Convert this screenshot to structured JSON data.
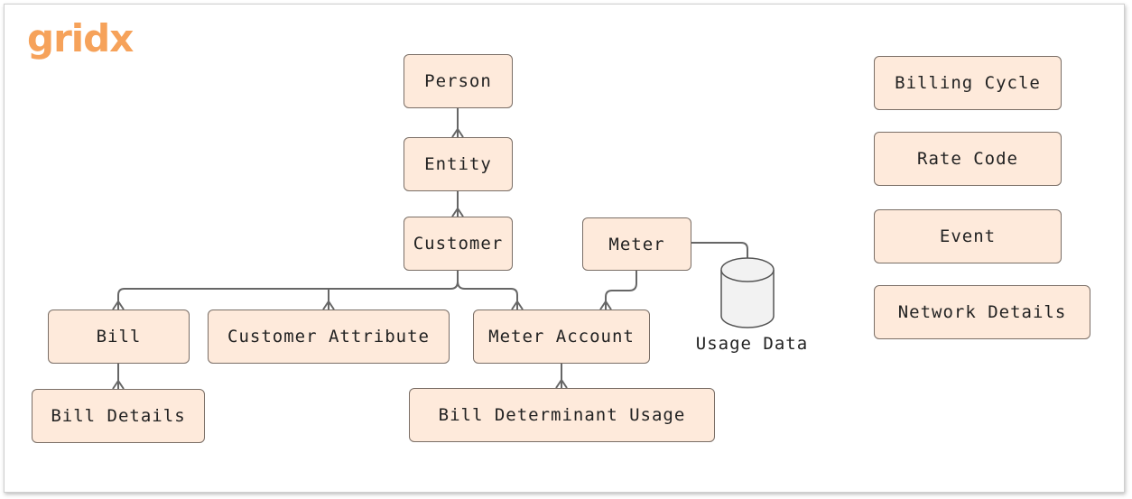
{
  "brand": {
    "logo_text": "gridx",
    "logo_color": "#f6a25a"
  },
  "colors": {
    "node_fill": "#feeadb",
    "node_border": "#7a6e66",
    "edge": "#666666",
    "cylinder_fill": "#f2f2f2"
  },
  "nodes": {
    "person": "Person",
    "entity": "Entity",
    "customer": "Customer",
    "meter": "Meter",
    "bill": "Bill",
    "customer_attribute": "Customer Attribute",
    "meter_account": "Meter Account",
    "bill_details": "Bill Details",
    "bill_determinant_usage": "Bill Determinant Usage",
    "billing_cycle": "Billing Cycle",
    "rate_code": "Rate Code",
    "event": "Event",
    "network_details": "Network Details"
  },
  "datastore": {
    "usage_data": "Usage Data"
  },
  "relationships": [
    {
      "from": "Person",
      "to": "Entity",
      "type": "one-to-many"
    },
    {
      "from": "Entity",
      "to": "Customer",
      "type": "one-to-many"
    },
    {
      "from": "Customer",
      "to": "Bill",
      "type": "one-to-many"
    },
    {
      "from": "Customer",
      "to": "Customer Attribute",
      "type": "one-to-many"
    },
    {
      "from": "Customer",
      "to": "Meter Account",
      "type": "one-to-many"
    },
    {
      "from": "Meter",
      "to": "Meter Account",
      "type": "one-to-many"
    },
    {
      "from": "Meter",
      "to": "Usage Data",
      "type": "link"
    },
    {
      "from": "Bill",
      "to": "Bill Details",
      "type": "one-to-many"
    },
    {
      "from": "Meter Account",
      "to": "Bill Determinant Usage",
      "type": "one-to-many"
    }
  ]
}
